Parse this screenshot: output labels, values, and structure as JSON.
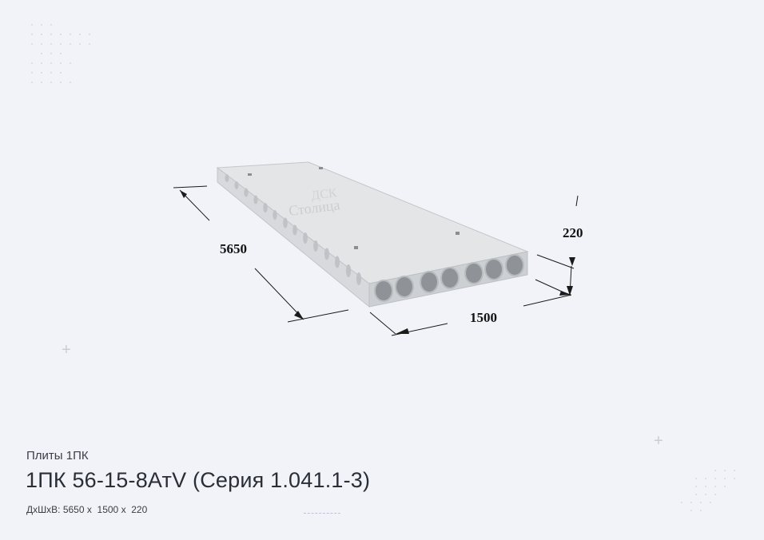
{
  "product": {
    "category": "Плиты 1ПК",
    "title": "1ПК 56-15-8АтV (Серия 1.041.1-3)",
    "dims_label": "ДхШхВ:",
    "length": "5650",
    "width": "1500",
    "height": "220",
    "separator": "x"
  },
  "drawing": {
    "length_label": "5650",
    "width_label": "1500",
    "height_label": "220",
    "logo_top": "ДСК",
    "logo_bottom": "Столица"
  },
  "colors": {
    "background": "#f2f3f8",
    "text": "#2a2e36",
    "slab_top": "#e4e6e8",
    "slab_front": "#cfd2d5",
    "slab_side": "#d8dadd"
  }
}
